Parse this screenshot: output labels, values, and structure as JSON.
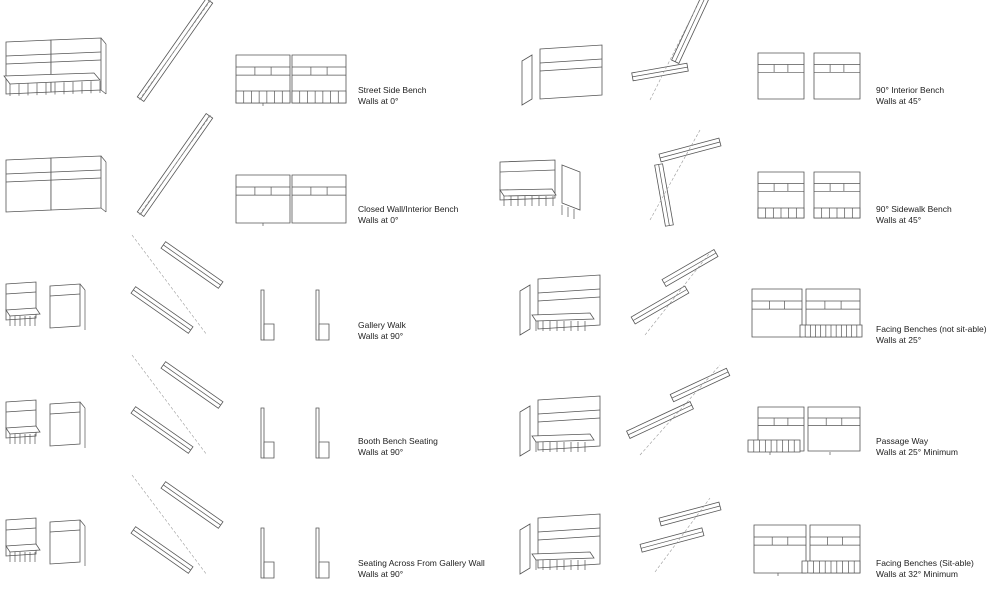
{
  "sheet": {
    "rows": [
      {
        "left": {
          "title": "Street Side Bench",
          "angle": "Walls at 0°"
        },
        "right": {
          "title": "90° Interior Bench",
          "angle": "Walls at 45°"
        }
      },
      {
        "left": {
          "title": "Closed Wall/Interior Bench",
          "angle": "Walls at 0°"
        },
        "right": {
          "title": "90° Sidewalk Bench",
          "angle": "Walls at 45°"
        }
      },
      {
        "left": {
          "title": "Gallery Walk",
          "angle": "Walls at 90°"
        },
        "right": {
          "title": "Facing Benches (not sit-able)",
          "angle": "Walls at 25°"
        }
      },
      {
        "left": {
          "title": "Booth Bench Seating",
          "angle": "Walls at 90°"
        },
        "right": {
          "title": "Passage Way",
          "angle": "Walls at 25° Minimum"
        }
      },
      {
        "left": {
          "title": "Seating Across From Gallery Wall",
          "angle": "Walls at 90°"
        },
        "right": {
          "title": "Facing Benches (Sit-able)",
          "angle": "Walls at 32° Minimum"
        }
      }
    ]
  },
  "style": {
    "line_color": "#555555",
    "dash_color": "#999999",
    "text_color": "#222222"
  }
}
